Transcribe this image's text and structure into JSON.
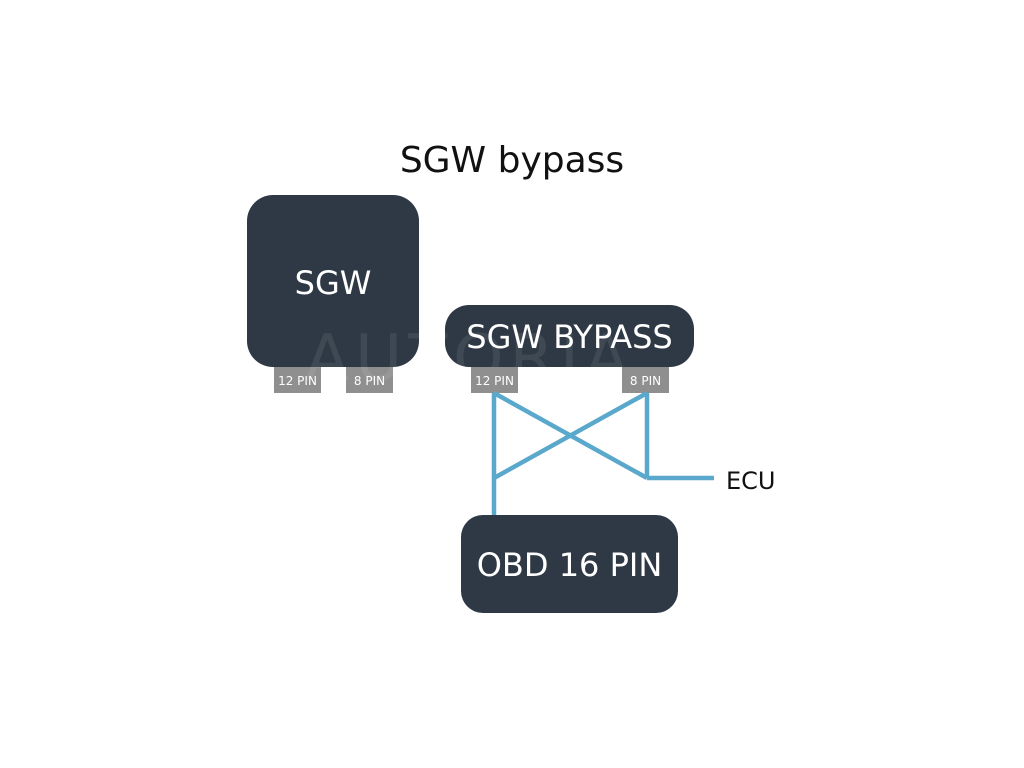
{
  "title": "SGW bypass",
  "boxes": {
    "sgw": "SGW",
    "sgw_bypass": "SGW BYPASS",
    "obd": "OBD 16 PIN"
  },
  "pins": {
    "sgw_12": "12 PIN",
    "sgw_8": "8 PIN",
    "bypass_12": "12 PIN",
    "bypass_8": "8 PIN"
  },
  "ecu_label": "ECU",
  "colors": {
    "box": "#2e3945",
    "pin": "#8f8f8f",
    "wire": "#5aa8cc",
    "text_dark": "#111111",
    "text_light": "#ffffff"
  }
}
